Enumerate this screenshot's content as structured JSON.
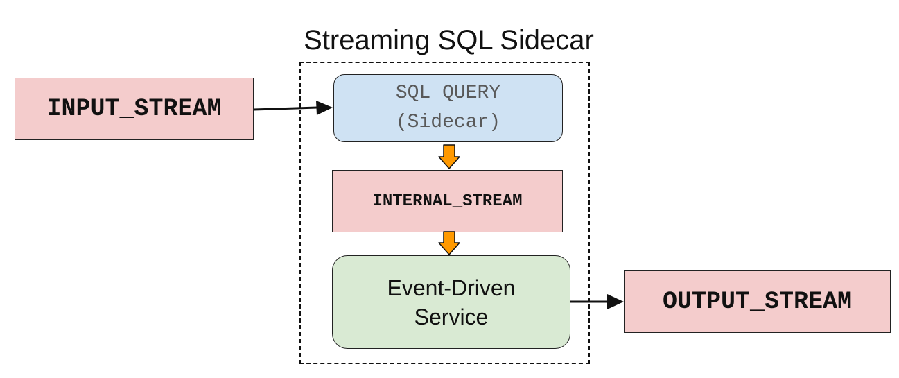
{
  "title": "Streaming SQL Sidecar",
  "input_stream": {
    "label": "INPUT_STREAM"
  },
  "sql_query": {
    "line1": "SQL QUERY",
    "line2": "(Sidecar)"
  },
  "internal_stream": {
    "label": "INTERNAL_STREAM"
  },
  "event_driven_service": {
    "line1": "Event-Driven",
    "line2": "Service"
  },
  "output_stream": {
    "label": "OUTPUT_STREAM"
  },
  "colors": {
    "stream_fill": "#f4cccc",
    "sql_fill": "#cfe2f3",
    "service_fill": "#d9ead3",
    "internal_arrow": "#ff9900"
  },
  "edges": [
    {
      "from": "input_stream",
      "to": "sql_query"
    },
    {
      "from": "sql_query",
      "to": "internal_stream"
    },
    {
      "from": "internal_stream",
      "to": "event_driven_service"
    },
    {
      "from": "event_driven_service",
      "to": "output_stream"
    }
  ]
}
